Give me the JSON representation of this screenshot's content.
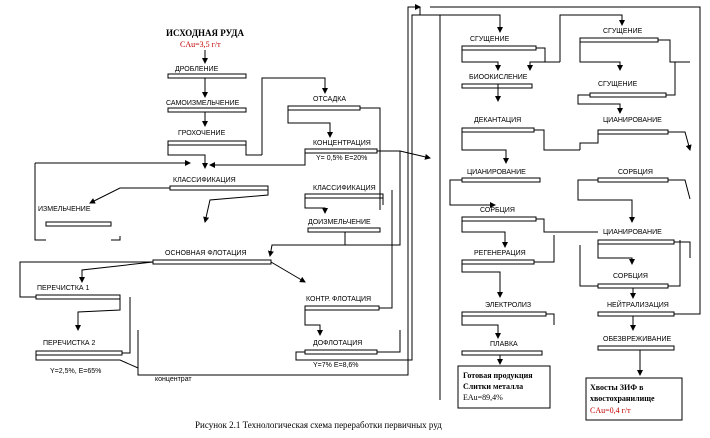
{
  "left": {
    "source_title": "ИСХОДНАЯ РУДА",
    "source_grade": "CAu=3,5 г/т",
    "crushing": "ДРОБЛЕНИЕ",
    "self_grinding": "САМОИЗМЕЛЬЧЕНИЕ",
    "screening": "ГРОХОЧЕНИЕ",
    "classification": "КЛАССИФИКАЦИЯ",
    "grinding": "ИЗМЕЛЬЧЕНИЕ",
    "main_flotation": "ОСНОВНАЯ ФЛОТАЦИЯ",
    "cleaning1": "ПЕРЕЧИСТКА 1",
    "cleaning2": "ПЕРЕЧИСТКА  2",
    "cleaning_yield": "Y=2,5%, E=65%",
    "concentrate": "концентрат"
  },
  "middle": {
    "settling": "ОТСАДКА",
    "concentration": "КОНЦЕНТРАЦИЯ",
    "concentration_yield": "Y= 0,5% E=20%",
    "classification2": "КЛАССИФИКАЦИЯ",
    "regrinding": "ДОИЗМЕЛЬЧЕНИЕ",
    "control_flotation": "КОНТР. ФЛОТАЦИЯ",
    "scavenger_flotation": "ДОФЛОТАЦИЯ",
    "scavenger_yield": "Y=7% E=8,6%"
  },
  "right_a": {
    "thickening": "СГУЩЕНИЕ",
    "biooxidation": "БИООКИСЛЕНИЕ",
    "decantation": "ДЕКАНТАЦИЯ",
    "cyanidation": "ЦИАНИРОВАНИЕ",
    "sorption": "СОРБЦИЯ",
    "regeneration": "РЕГЕНЕРАЦИЯ",
    "electrolysis": "ЭЛЕКТРОЛИЗ",
    "smelting": "ПЛАВКА",
    "product_title": "Готовая  продукция",
    "product_subtitle": "Слитки  металла",
    "product_recovery": "EAu=89,4%"
  },
  "right_b": {
    "thickening1": "СГУЩЕНИЕ",
    "thickening2": "СГУЩЕНИЕ",
    "cyanidation1": "ЦИАНИРОВАНИЕ",
    "sorption1": "СОРБЦИЯ",
    "cyanidation2": "ЦИАНИРОВАНИЕ",
    "sorption2": "СОРБЦИЯ",
    "neutralization": "НЕЙТРАЛИЗАЦИЯ",
    "detoxification": "ОБЕЗВРЕЖИВАНИЕ",
    "tails_title": "Хвосты ЗИФ в",
    "tails_subtitle": "хвостохранилище",
    "tails_grade": "CAu=0,4 г/т"
  },
  "caption": "Рисунок 2.1 Технологическая схема переработки первичных руд"
}
